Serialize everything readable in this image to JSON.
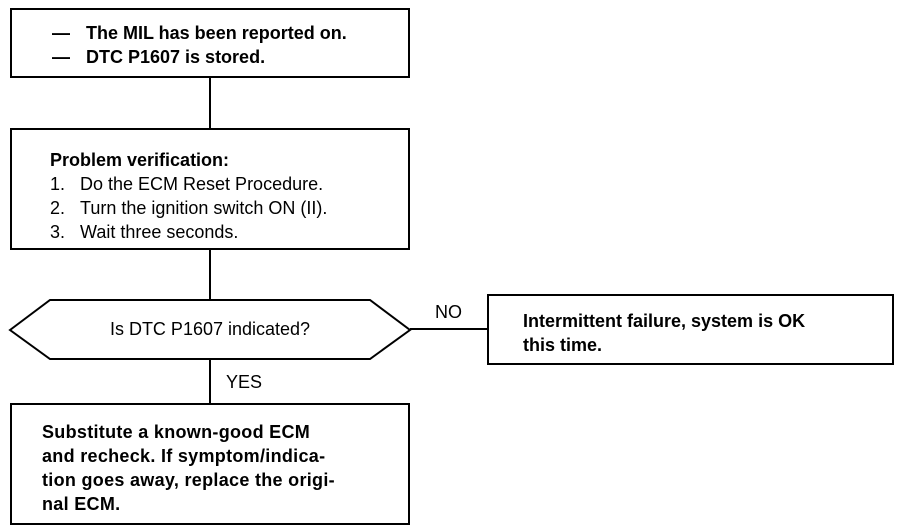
{
  "start_box": {
    "dash": "—",
    "lines": [
      "The MIL has been reported on.",
      "DTC P1607 is stored."
    ]
  },
  "verify_box": {
    "heading": "Problem verification:",
    "steps": [
      {
        "num": "1.",
        "text": "Do the ECM Reset Procedure."
      },
      {
        "num": "2.",
        "text": "Turn the ignition switch ON (II)."
      },
      {
        "num": "3.",
        "text": "Wait three seconds."
      }
    ]
  },
  "decision": {
    "question": "Is DTC P1607 indicated?",
    "no_label": "NO",
    "yes_label": "YES"
  },
  "no_box": {
    "line1": "Intermittent failure, system is OK",
    "line2": "this time."
  },
  "result_box": {
    "line1": "Substitute a known-good ECM",
    "line2": "and recheck. If symptom/indica-",
    "line3": "tion goes away, replace the origi-",
    "line4": "nal ECM."
  }
}
